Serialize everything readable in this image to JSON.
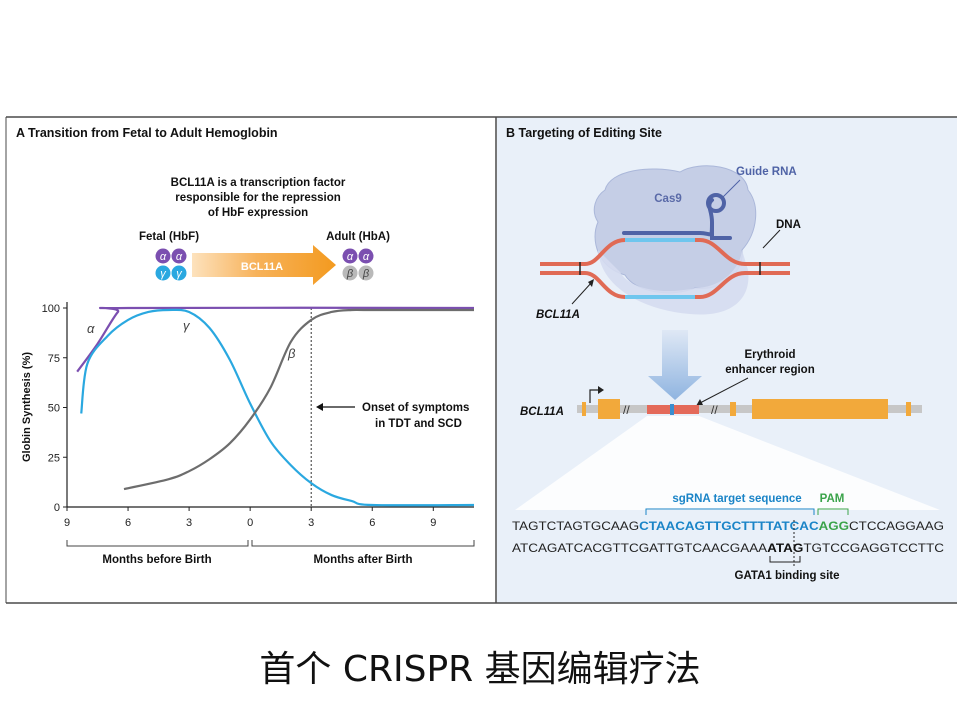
{
  "panelA": {
    "title": "A  Transition from Fetal to Adult Hemoglobin",
    "note": [
      "BCL11A is a transcription factor",
      "responsible for the repression",
      "of HbF expression"
    ],
    "fetal_label": "Fetal (HbF)",
    "adult_label": "Adult (HbA)",
    "arrow_label": "BCL11A",
    "alpha_glyph": "α",
    "gamma_glyph": "γ",
    "beta_glyph": "β",
    "onset_label": [
      "Onset of symptoms",
      "in TDT and SCD"
    ],
    "before_label": "Months before Birth",
    "after_label": "Months after Birth"
  },
  "panelB": {
    "title": "B  Targeting of Editing Site",
    "cas9_label": "Cas9",
    "guide_label": "Guide RNA",
    "dna_label": "DNA",
    "gene_label": "BCL11A",
    "gene_label2": "BCL11A",
    "enhancer_label": [
      "Erythroid",
      "enhancer region"
    ],
    "sgrna_label": "sgRNA target sequence",
    "pam_label": "PAM",
    "gata_label": "GATA1 binding site",
    "seq_top": {
      "pre": "TAGTCTAGTGCAAG",
      "target": "CTAACAGTTGCTTTTATCAC",
      "pam": "AGG",
      "post": "CTCCAGGAAG"
    },
    "seq_bottom": {
      "pre": "ATCAGATCACGTTCGATTGTCAACGAAA",
      "bold": "ATAG",
      "post": "TGTCCGAGGTCCTTC"
    }
  },
  "caption": "首个 CRISPR 基因编辑疗法",
  "colors": {
    "alpha": "#7b4fb0",
    "gamma": "#2aa8e0",
    "beta": "#6d6d6d",
    "arrow": "#f39a1f",
    "dna": "#e06a55",
    "target": "#1a84c7",
    "pam": "#3aa34a",
    "panelB_bg": "#e9f0f9"
  },
  "chart_data": {
    "type": "line",
    "ylabel": "Globin Synthesis (%)",
    "ylim": [
      0,
      100
    ],
    "yticks": [
      0,
      25,
      50,
      75,
      100
    ],
    "x_axis_note": "months relative to birth (negative = before birth)",
    "xlim": [
      -9,
      11
    ],
    "xticks": [
      -9,
      -6,
      -3,
      0,
      3,
      6,
      9
    ],
    "xtick_labels": [
      "9",
      "6",
      "3",
      "0",
      "3",
      "6",
      "9"
    ],
    "onset_month": 3,
    "series": [
      {
        "name": "α",
        "x": [
          -8.5,
          -7.5,
          -6.5,
          -6,
          11
        ],
        "y": [
          68,
          82,
          98,
          100,
          100
        ]
      },
      {
        "name": "γ",
        "x": [
          -8.3,
          -8,
          -7,
          -6,
          -5,
          -4,
          -3,
          -2,
          -1,
          0,
          1,
          2,
          3,
          4,
          5,
          6,
          11
        ],
        "y": [
          47,
          72,
          86,
          94,
          98,
          99,
          98,
          90,
          74,
          52,
          33,
          21,
          12,
          6,
          3,
          1,
          1
        ]
      },
      {
        "name": "β",
        "x": [
          -6.2,
          -4,
          -3,
          -2,
          -1,
          0,
          1,
          2,
          3,
          4,
          5,
          6,
          11
        ],
        "y": [
          9,
          14,
          18,
          24,
          32,
          44,
          60,
          83,
          94,
          98,
          99,
          99,
          99
        ]
      }
    ]
  }
}
